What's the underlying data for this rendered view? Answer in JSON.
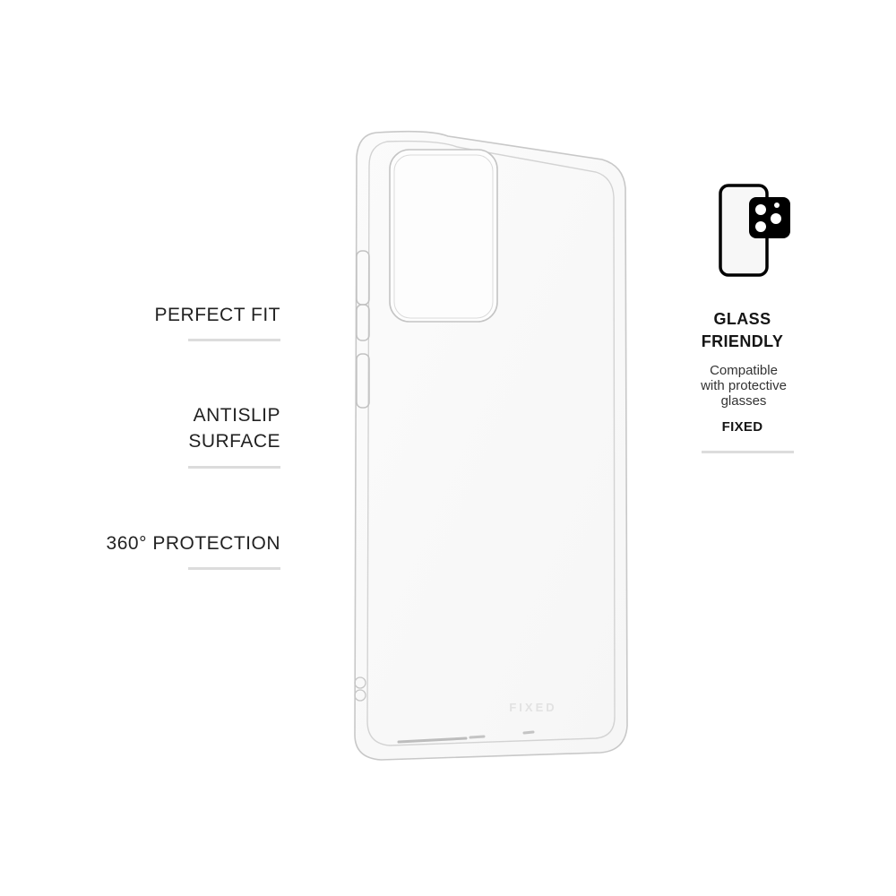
{
  "features_left": [
    {
      "label_lines": [
        "PERFECT FIT"
      ]
    },
    {
      "label_lines": [
        "ANTISLIP",
        "SURFACE"
      ]
    },
    {
      "label_lines": [
        "360° PROTECTION"
      ]
    }
  ],
  "glass_friendly": {
    "icon": "phone-with-camera-protector-icon",
    "title_line1": "GLASS",
    "title_line2": "FRIENDLY",
    "desc_line1": "Compatible",
    "desc_line2": "with protective",
    "desc_line3": "glasses",
    "brand": "FIXED"
  },
  "product": {
    "name": "clear-phone-case",
    "engraved_logo": "FIXED"
  },
  "colors": {
    "text": "#222222",
    "divider": "#dcdcdc",
    "icon": "#000000",
    "background": "#ffffff"
  }
}
